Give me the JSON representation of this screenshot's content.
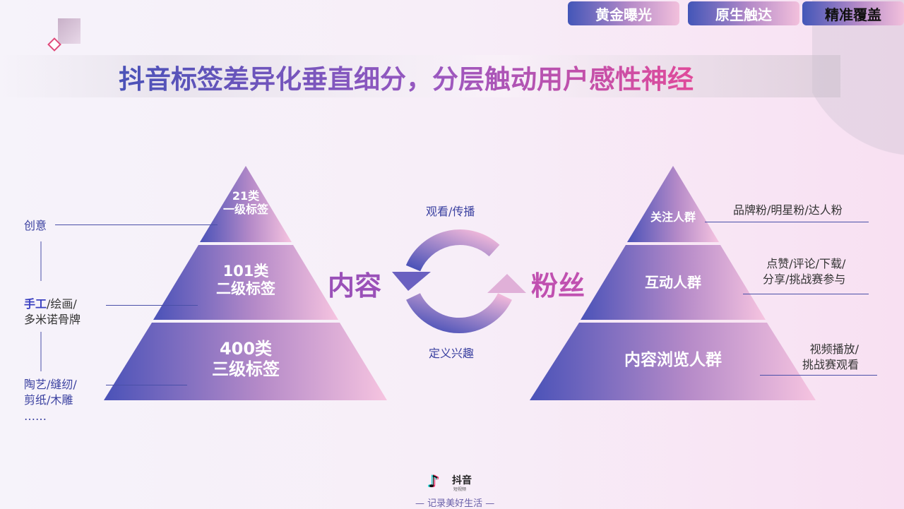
{
  "tabs": [
    {
      "label": "黄金曝光",
      "active": false
    },
    {
      "label": "原生触达",
      "active": false
    },
    {
      "label": "精准覆盖",
      "active": true
    }
  ],
  "title": "抖音标签差异化垂直细分，分层触动用户感性神经",
  "left_pyramid": {
    "layers": [
      {
        "line1": "21类",
        "line2": "一级标签"
      },
      {
        "line1": "101类",
        "line2": "二级标签"
      },
      {
        "line1": "400类",
        "line2": "三级标签"
      }
    ],
    "labels": [
      {
        "text": "创意"
      },
      {
        "highlight": "手工",
        "rest": "/绘画/",
        "line2": "多米诺骨牌"
      },
      {
        "line1": "陶艺/缝纫/",
        "line2": "剪纸/木雕",
        "line3": "……"
      }
    ]
  },
  "cycle": {
    "left": "内容",
    "right": "粉丝",
    "top": "观看/传播",
    "bottom": "定义兴趣"
  },
  "right_pyramid": {
    "layers": [
      "关注人群",
      "互动人群",
      "内容浏览人群"
    ],
    "labels": [
      {
        "line1": "品牌粉/明星粉/达人粉"
      },
      {
        "line1": "点赞/评论/下载/",
        "line2": "分享/挑战赛参与"
      },
      {
        "line1": "视频播放/",
        "line2": "挑战赛观看"
      }
    ]
  },
  "footer": {
    "brand": "抖音",
    "brand_sub": "短视频",
    "slogan": "记录美好生活"
  },
  "colors": {
    "blue": "#4a52b8",
    "pink": "#f0b8da",
    "accent": "#a04ab0"
  }
}
